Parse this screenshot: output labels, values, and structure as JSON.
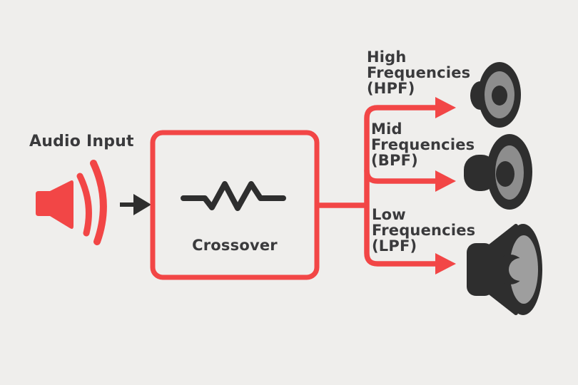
{
  "title": "Audio crossover signal flow diagram",
  "colors": {
    "red": "#f24646",
    "dark": "#2e2e2e",
    "text": "#3a3a3c",
    "cone_gray": "#8d8d8d",
    "cone_gray_light": "#9e9e9e",
    "background": "#efeeec"
  },
  "diagram": {
    "input": {
      "label": "Audio Input",
      "icon": "speaker-sound-waves-icon",
      "arrow_icon": "right-arrow-icon"
    },
    "crossover": {
      "label": "Crossover",
      "icon": "resistor-zigzag-icon",
      "shape": "red-rounded-outline-box"
    },
    "outputs": [
      {
        "id": "high",
        "label_lines": [
          "High",
          "Frequencies",
          "(HPF)"
        ],
        "full_label": "High Frequencies (HPF)",
        "filter": "HPF",
        "arrow_icon": "right-arrowhead-icon",
        "speaker_icon": "tweeter-speaker-icon",
        "speaker_size": "small"
      },
      {
        "id": "mid",
        "label_lines": [
          "Mid",
          "Frequencies",
          "(BPF)"
        ],
        "full_label": "Mid Frequencies (BPF)",
        "filter": "BPF",
        "arrow_icon": "right-arrowhead-icon",
        "speaker_icon": "midrange-speaker-icon",
        "speaker_size": "medium"
      },
      {
        "id": "low",
        "label_lines": [
          "Low",
          "Frequencies",
          "(LPF)"
        ],
        "full_label": "Low Frequencies (LPF)",
        "filter": "LPF",
        "arrow_icon": "right-arrowhead-icon",
        "speaker_icon": "woofer-speaker-icon",
        "speaker_size": "large"
      }
    ]
  }
}
